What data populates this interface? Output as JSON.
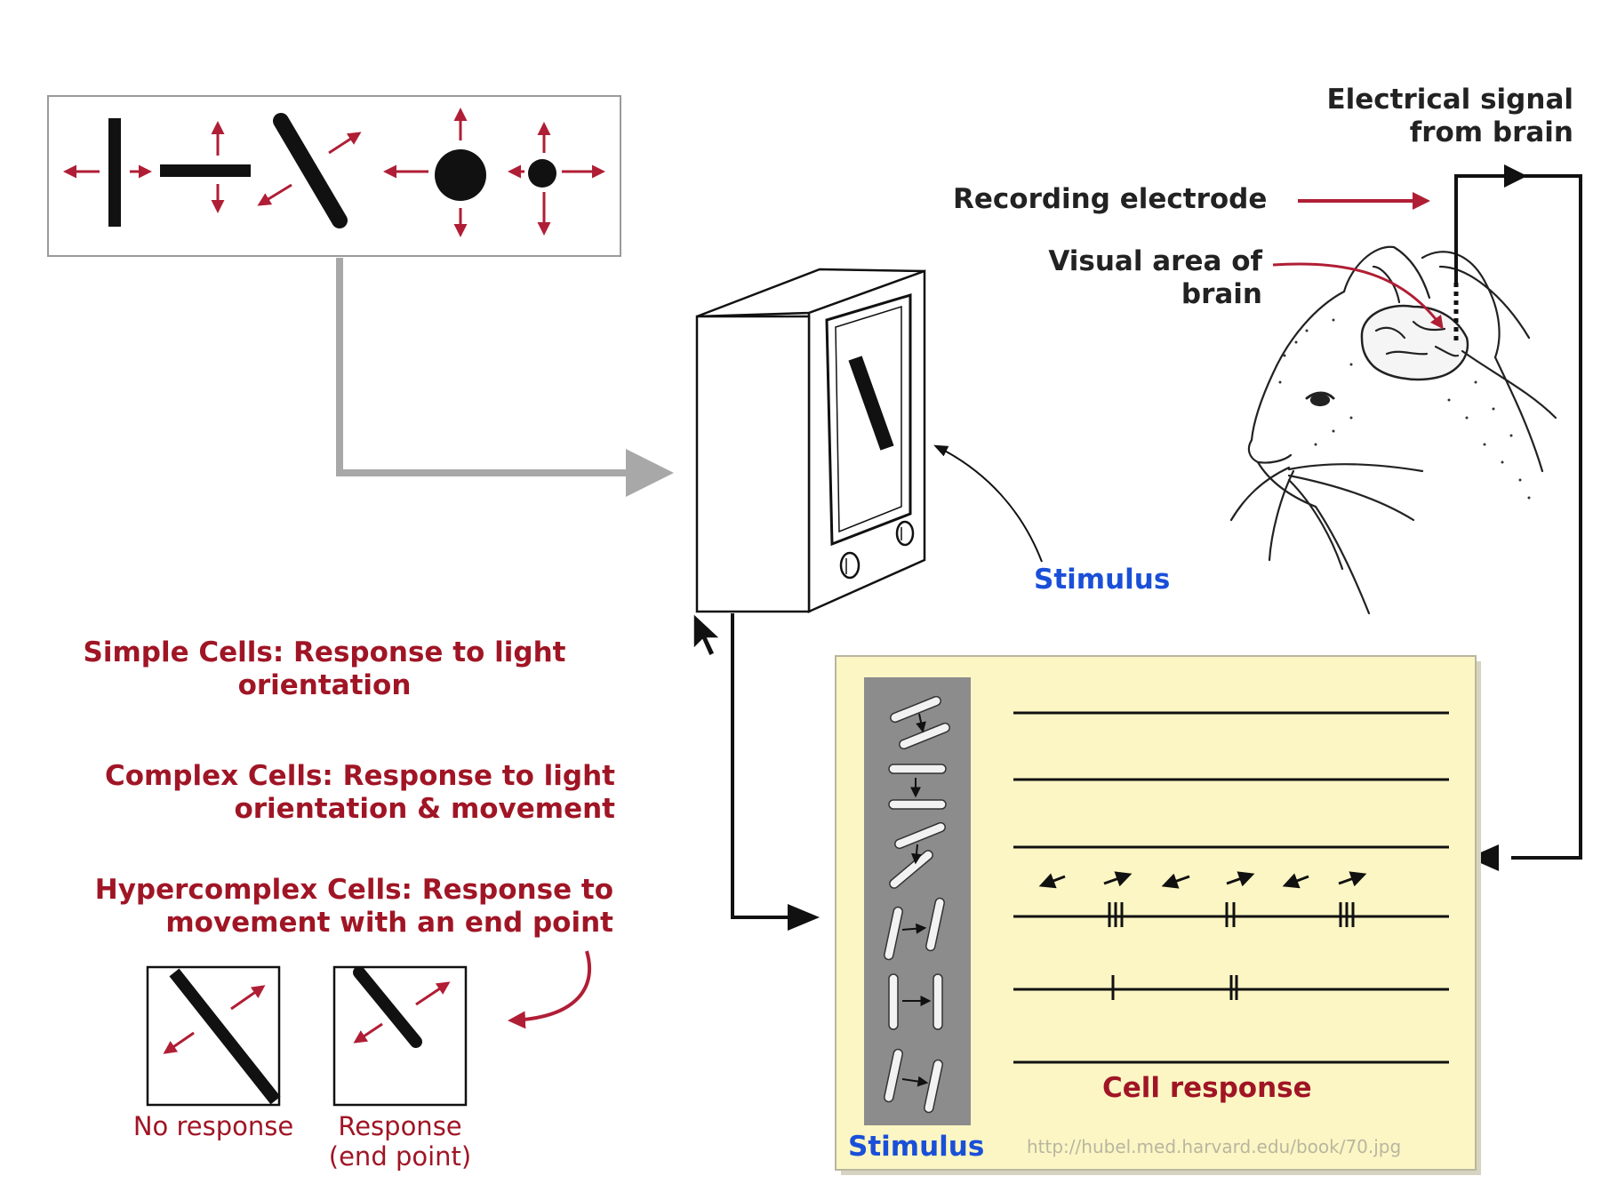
{
  "colors": {
    "red_text": "#a01525",
    "red_arrow": "#b01e35",
    "blue_text": "#1a4fd8",
    "panel_bg": "#fcf6c4",
    "gray_arrow": "#a8a8a8",
    "stimulus_strip": "#8c8c8c"
  },
  "labels": {
    "electrical_signal": "Electrical signal\nfrom brain",
    "recording_electrode": "Recording electrode",
    "visual_area": "Visual area of\nbrain",
    "stimulus_main": "Stimulus",
    "simple_cells": "Simple Cells: Response to light\norientation",
    "complex_cells": "Complex Cells: Response to light\norientation & movement",
    "hypercomplex_cells": "Hypercomplex Cells: Response to\nmovement with an end point",
    "no_response": "No response",
    "response_end_point": "Response\n(end point)",
    "stimulus_panel": "Stimulus",
    "cell_response": "Cell response",
    "source_url": "http://hubel.med.harvard.edu/book/70.jpg"
  },
  "icons": {
    "cursor": "mouse-pointer-icon",
    "cat": "cat-head-icon",
    "monitor": "crt-monitor-icon"
  }
}
